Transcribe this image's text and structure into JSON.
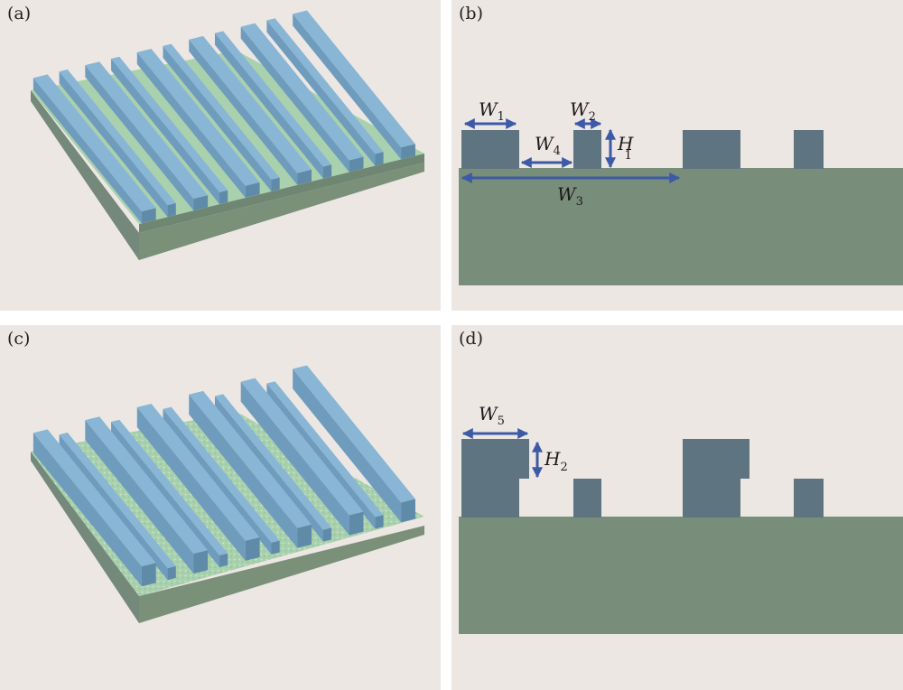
{
  "panels": {
    "a": {
      "label": "(a)"
    },
    "b": {
      "label": "(b)"
    },
    "c": {
      "label": "(c)"
    },
    "d": {
      "label": "(d)"
    }
  },
  "dimensions": {
    "W1": {
      "letter": "W",
      "sub": "1"
    },
    "W2": {
      "letter": "W",
      "sub": "2"
    },
    "W3": {
      "letter": "W",
      "sub": "3"
    },
    "W4": {
      "letter": "W",
      "sub": "4"
    },
    "W5": {
      "letter": "W",
      "sub": "5"
    },
    "H1": {
      "letter": "H",
      "sub": "1"
    },
    "H2": {
      "letter": "H",
      "sub": "2"
    }
  },
  "colors": {
    "panel_bg": "#ede7e4",
    "substrate_side": "#788e7a",
    "substrate_top": "#a9d1ad",
    "ridge_top": "#8ab6d6",
    "ridge_side": "#6a96b8",
    "ridge_cross_section": "#5e7480",
    "arrow": "#3c5aa6"
  }
}
